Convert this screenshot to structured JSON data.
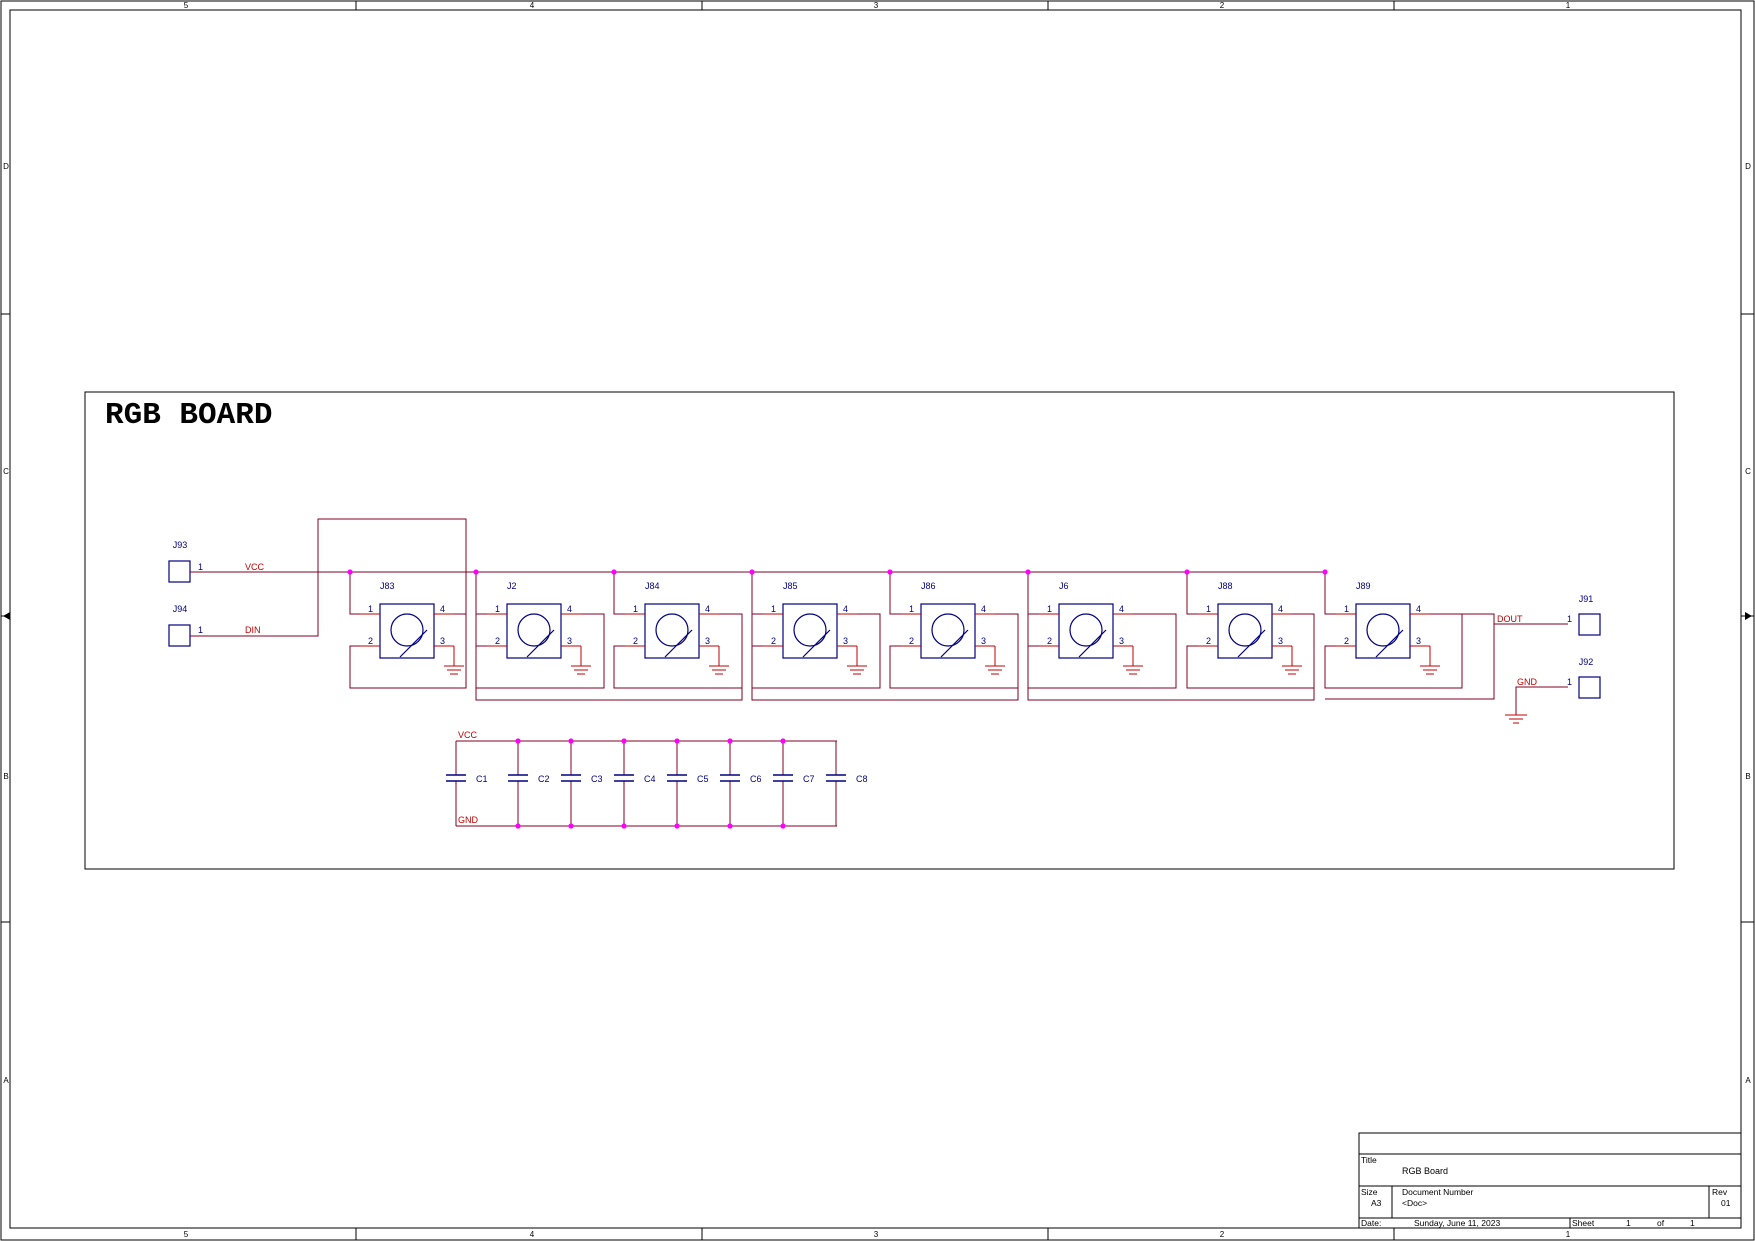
{
  "border": {
    "col_labels": [
      "5",
      "4",
      "3",
      "2",
      "1"
    ],
    "row_labels": [
      "D",
      "C",
      "B",
      "A"
    ]
  },
  "block_title": "RGB BOARD",
  "connectors": {
    "j93": {
      "ref": "J93",
      "pin": "1",
      "net": "VCC"
    },
    "j94": {
      "ref": "J94",
      "pin": "1",
      "net": "DIN"
    },
    "j91": {
      "ref": "J91",
      "pin": "1",
      "net": "DOUT"
    },
    "j92": {
      "ref": "J92",
      "pin": "1",
      "net": "GND"
    }
  },
  "leds": [
    {
      "ref": "J83",
      "p1": "1",
      "p2": "2",
      "p3": "3",
      "p4": "4"
    },
    {
      "ref": "J2",
      "p1": "1",
      "p2": "2",
      "p3": "3",
      "p4": "4"
    },
    {
      "ref": "J84",
      "p1": "1",
      "p2": "2",
      "p3": "3",
      "p4": "4"
    },
    {
      "ref": "J85",
      "p1": "1",
      "p2": "2",
      "p3": "3",
      "p4": "4"
    },
    {
      "ref": "J86",
      "p1": "1",
      "p2": "2",
      "p3": "3",
      "p4": "4"
    },
    {
      "ref": "J6",
      "p1": "1",
      "p2": "2",
      "p3": "3",
      "p4": "4"
    },
    {
      "ref": "J88",
      "p1": "1",
      "p2": "2",
      "p3": "3",
      "p4": "4"
    },
    {
      "ref": "J89",
      "p1": "1",
      "p2": "2",
      "p3": "3",
      "p4": "4"
    }
  ],
  "capacitors": {
    "vcc_label": "VCC",
    "gnd_label": "GND",
    "refs": [
      "C1",
      "C2",
      "C3",
      "C4",
      "C5",
      "C6",
      "C7",
      "C8"
    ]
  },
  "title_block": {
    "title_label": "Title",
    "title": "RGB Board",
    "size_label": "Size",
    "size": "A3",
    "docnum_label": "Document Number",
    "docnum": "<Doc>",
    "rev_label": "Rev",
    "rev": "01",
    "date_label": "Date:",
    "date": "Sunday, June 11, 2023",
    "sheet_label": "Sheet",
    "sheet": "1",
    "of_label": "of",
    "sheets": "1"
  },
  "colors": {
    "wire": "#800020",
    "net_label": "#c00000",
    "part": "#000080",
    "junction": "#ff00ff",
    "frame": "#000000"
  }
}
